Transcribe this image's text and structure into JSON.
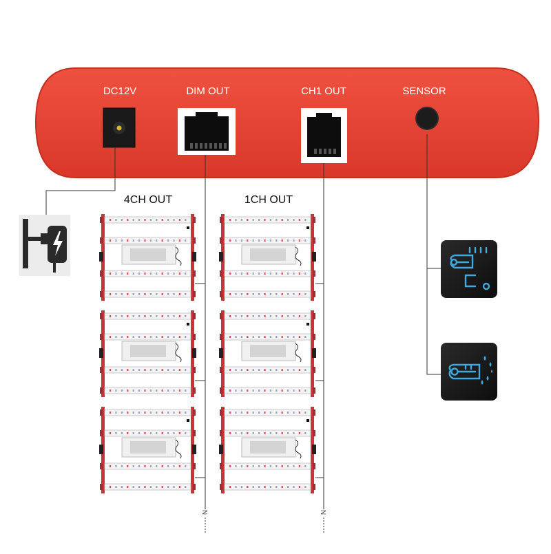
{
  "controller": {
    "ports": [
      {
        "id": "dc",
        "label": "DC12V"
      },
      {
        "id": "dim",
        "label": "DIM OUT"
      },
      {
        "id": "ch1",
        "label": "CH1 OUT"
      },
      {
        "id": "sensor",
        "label": "SENSOR"
      }
    ]
  },
  "groups": {
    "left_label": "4CH OUT",
    "right_label": "1CH OUT",
    "left_tail": "N",
    "right_tail": "N"
  },
  "colors": {
    "controller_body": "#e8402f",
    "fixture_frame": "#c9343a",
    "sensor_tile": "#1b1b1b",
    "sensor_icon": "#3fa9e0",
    "line": "#333333"
  },
  "icons": {
    "power": "power-adapter-icon",
    "temperature": "temperature-sensor-icon",
    "humidity": "humidity-sensor-icon"
  }
}
